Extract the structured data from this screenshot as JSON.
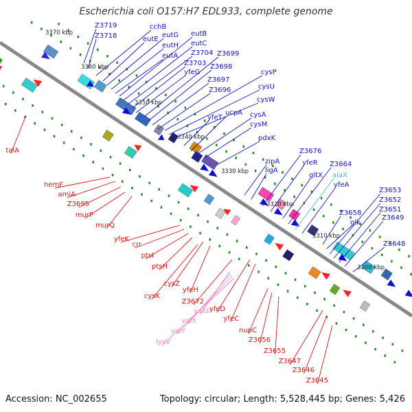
{
  "title": "Escherichia coli O157:H7 EDL933, complete genome",
  "footer": {
    "accession": "Accession: NC_002655",
    "stats": "Topology: circular; Length: 5,528,445 bp; Genes: 5,426"
  },
  "colors": {
    "backbone": "#888888",
    "forward_gene": "#1010d0",
    "reverse_gene": "#e01010",
    "trna": "#33bbdd",
    "rrna": "#ee99cc",
    "ticks": "#1a8a1a"
  },
  "kbp_markers": [
    "3370 kbp",
    "3360 kbp",
    "3350 kbp",
    "3340 kbp",
    "3330 kbp",
    "3320 kbp",
    "3310 kbp",
    "3300 kbp"
  ],
  "labels_top": [
    "Z3719",
    "Z3718",
    "cchB",
    "eutE",
    "eutG",
    "eutH",
    "eutA",
    "eutB",
    "eutC",
    "Z3704",
    "Z3703",
    "yfeG",
    "Z3699",
    "Z3698",
    "Z3697",
    "Z3696",
    "cysP",
    "cysU",
    "cysW",
    "yfeT",
    "ucpA",
    "cysA",
    "cysM",
    "pdxK",
    "zipA",
    "ligA",
    "Z3676",
    "yfeR",
    "gltX",
    "Z3664",
    "alaX",
    "yfeA",
    "Z3658",
    "glk",
    "Z3653",
    "Z3652",
    "Z3651",
    "Z3649",
    "Z3648"
  ],
  "labels_bottom": [
    "talA",
    "hemF",
    "amiA",
    "Z3695",
    "murP",
    "murQ",
    "yfeK",
    "crr",
    "ptsI",
    "ptsH",
    "cysZ",
    "yfeH",
    "cysK",
    "Z3672",
    "valU",
    "valX",
    "valY",
    "lysV",
    "yfeD",
    "yfeC",
    "nupC",
    "Z3656",
    "Z3655",
    "Z3647",
    "Z3646",
    "Z3645"
  ]
}
